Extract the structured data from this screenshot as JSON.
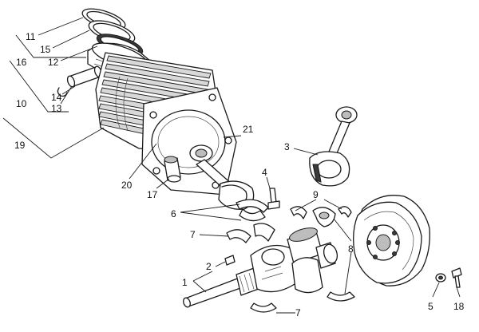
{
  "diagram": {
    "callouts": {
      "c11": "11",
      "c15": "15",
      "c12": "12",
      "c16": "16",
      "c14": "14",
      "c10": "10",
      "c13": "13",
      "c19": "19",
      "c20": "20",
      "c17": "17",
      "c21": "21",
      "c3": "3",
      "c4": "4",
      "c9": "9",
      "c6": "6",
      "c7a": "7",
      "c8": "8",
      "c2": "2",
      "c1": "1",
      "c7b": "7",
      "c5": "5",
      "c18": "18"
    }
  }
}
